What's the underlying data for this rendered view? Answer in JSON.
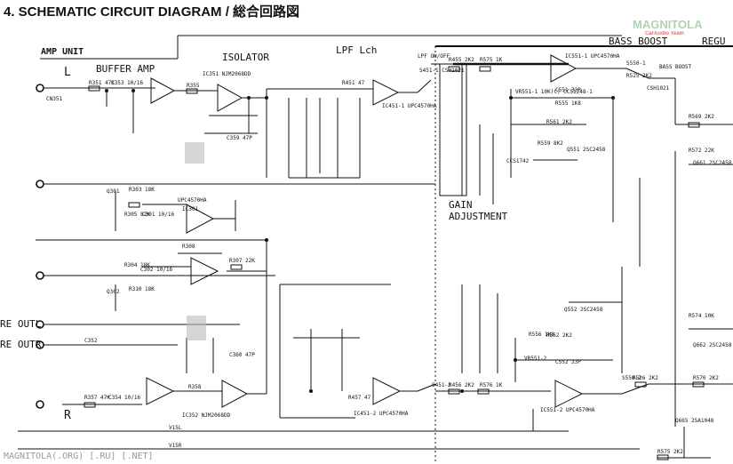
{
  "title": "4. SCHEMATIC CIRCUIT DIAGRAM / 総合回路図",
  "watermark": {
    "top": "MAGNITOLA",
    "sub": "CarAudio Team",
    "bottom": "MAGNITOLA(.ORG) [.RU] [.NET]"
  },
  "section_labels": {
    "amp_unit": "AMP UNIT",
    "buffer_amp": "BUFFER AMP",
    "isolator": "ISOLATOR",
    "lpf_lch": "LPF Lch",
    "bass_boost": "BASS BOOST",
    "regu": "REGU",
    "gain_adjust_1": "GAIN",
    "gain_adjust_2": "ADJUSTMENT",
    "channel_l": "L",
    "channel_r": "R",
    "pre_outl": "RE OUTL",
    "pre_outr": "RE OUTR"
  },
  "components": [
    {
      "id": "ic351",
      "ref": "IC351 NJM2068DD"
    },
    {
      "id": "ic352",
      "ref": "IC352 NJM2068DD"
    },
    {
      "id": "ic451_1",
      "ref": "IC451-1 UPC4570HA"
    },
    {
      "id": "ic451_2",
      "ref": "IC451-2 UPC4570HA"
    },
    {
      "id": "ic551_1",
      "ref": "IC551-1 UPC4570HA"
    },
    {
      "id": "ic551_2",
      "ref": "IC551-2 UPC4570HA"
    },
    {
      "id": "ic301",
      "ref": "IC301"
    },
    {
      "id": "upc_mid",
      "ref": "UPC4570HA"
    },
    {
      "id": "cn351",
      "ref": "CN351"
    },
    {
      "id": "r351",
      "ref": "R351 47K"
    },
    {
      "id": "c353",
      "ref": "C353 10/16"
    },
    {
      "id": "r355",
      "ref": "R355"
    },
    {
      "id": "c359",
      "ref": "C359 47P"
    },
    {
      "id": "r303",
      "ref": "R303 18K"
    },
    {
      "id": "r305",
      "ref": "R305 82K"
    },
    {
      "id": "c301",
      "ref": "C301 10/16"
    },
    {
      "id": "r308",
      "ref": "R308"
    },
    {
      "id": "r307",
      "ref": "R307 22K"
    },
    {
      "id": "r304",
      "ref": "R304 18K"
    },
    {
      "id": "c302",
      "ref": "C302 10/16"
    },
    {
      "id": "r310",
      "ref": "R310 18K"
    },
    {
      "id": "q301",
      "ref": "Q301"
    },
    {
      "id": "q302",
      "ref": "Q302"
    },
    {
      "id": "c352",
      "ref": "C352"
    },
    {
      "id": "r357",
      "ref": "R357 47K"
    },
    {
      "id": "c354",
      "ref": "C354 10/16"
    },
    {
      "id": "r358",
      "ref": "R358"
    },
    {
      "id": "c360",
      "ref": "C360 47P"
    },
    {
      "id": "s451_1",
      "ref": "S451-1 CSH1021"
    },
    {
      "id": "s451_2",
      "ref": "S451-2"
    },
    {
      "id": "lpf_onoff",
      "ref": "LPF ON/OFF"
    },
    {
      "id": "r455",
      "ref": "R455 2K2"
    },
    {
      "id": "r575",
      "ref": "R575 1K"
    },
    {
      "id": "r456",
      "ref": "R456 2K2"
    },
    {
      "id": "r576",
      "ref": "R576 1K"
    },
    {
      "id": "r451",
      "ref": "R451 47"
    },
    {
      "id": "r457",
      "ref": "R457 47"
    },
    {
      "id": "s550_1",
      "ref": "S550-1"
    },
    {
      "id": "s550_2",
      "ref": "S550-2"
    },
    {
      "id": "bass_boost_sw",
      "ref": "BASS BOOST"
    },
    {
      "id": "csh1021",
      "ref": "CSH1021"
    },
    {
      "id": "r525",
      "ref": "R525 2K2"
    },
    {
      "id": "r526",
      "ref": "R526 2K2"
    },
    {
      "id": "r569",
      "ref": "R569 2K2"
    },
    {
      "id": "r570",
      "ref": "R570 2K2"
    },
    {
      "id": "r572",
      "ref": "R572 22K"
    },
    {
      "id": "r574",
      "ref": "R574 10K"
    },
    {
      "id": "r575b",
      "ref": "R575 2K2"
    },
    {
      "id": "q661",
      "ref": "Q661 2SC2458"
    },
    {
      "id": "q662",
      "ref": "Q662 2SC2458"
    },
    {
      "id": "q551",
      "ref": "Q551 2SC2458"
    },
    {
      "id": "q552",
      "ref": "Q552 2SC2458"
    },
    {
      "id": "q665",
      "ref": "Q665 2SA1048"
    },
    {
      "id": "c551",
      "ref": "C551 33P"
    },
    {
      "id": "c552",
      "ref": "C552 33P"
    },
    {
      "id": "r555",
      "ref": "R555 1K8"
    },
    {
      "id": "r556",
      "ref": "R556 1K8"
    },
    {
      "id": "r559",
      "ref": "R559 8K2"
    },
    {
      "id": "r561",
      "ref": "R561 2K2"
    },
    {
      "id": "r562",
      "ref": "R562 2K2"
    },
    {
      "id": "vr551_1",
      "ref": "VR551-1 10K(C) CCS1248-1"
    },
    {
      "id": "vr551_2",
      "ref": "VR551-2"
    },
    {
      "id": "ccs1742",
      "ref": "CCS1742"
    },
    {
      "id": "v15l",
      "ref": "V15L"
    },
    {
      "id": "v15r",
      "ref": "V15R"
    }
  ]
}
